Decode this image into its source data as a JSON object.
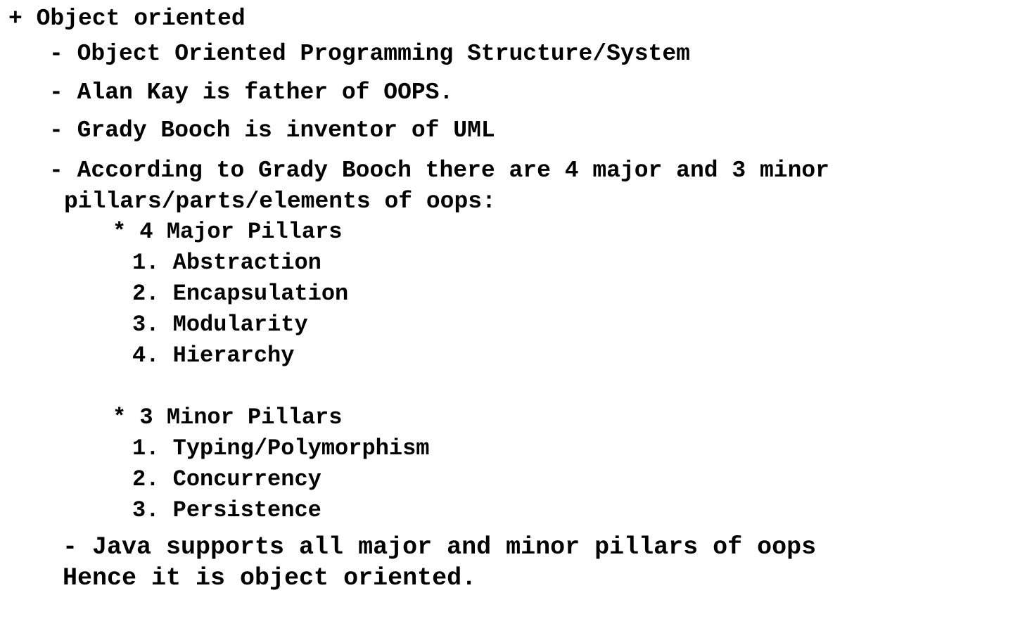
{
  "heading": "+ Object oriented",
  "points": [
    "- Object Oriented Programming Structure/System",
    "- Alan Kay is father of OOPS.",
    "- Grady Booch is inventor of UML",
    "- According to Grady Booch there are 4 major and 3 minor",
    "pillars/parts/elements of oops:"
  ],
  "major": {
    "header": "* 4 Major Pillars",
    "items": [
      "1. Abstraction",
      "2. Encapsulation",
      "3. Modularity",
      "4. Hierarchy"
    ]
  },
  "minor": {
    "header": "* 3 Minor Pillars",
    "items": [
      "1. Typing/Polymorphism",
      "2. Concurrency",
      "3. Persistence"
    ]
  },
  "conclusion": [
    "- Java supports all major and minor pillars of oops",
    "Hence it is object oriented."
  ]
}
